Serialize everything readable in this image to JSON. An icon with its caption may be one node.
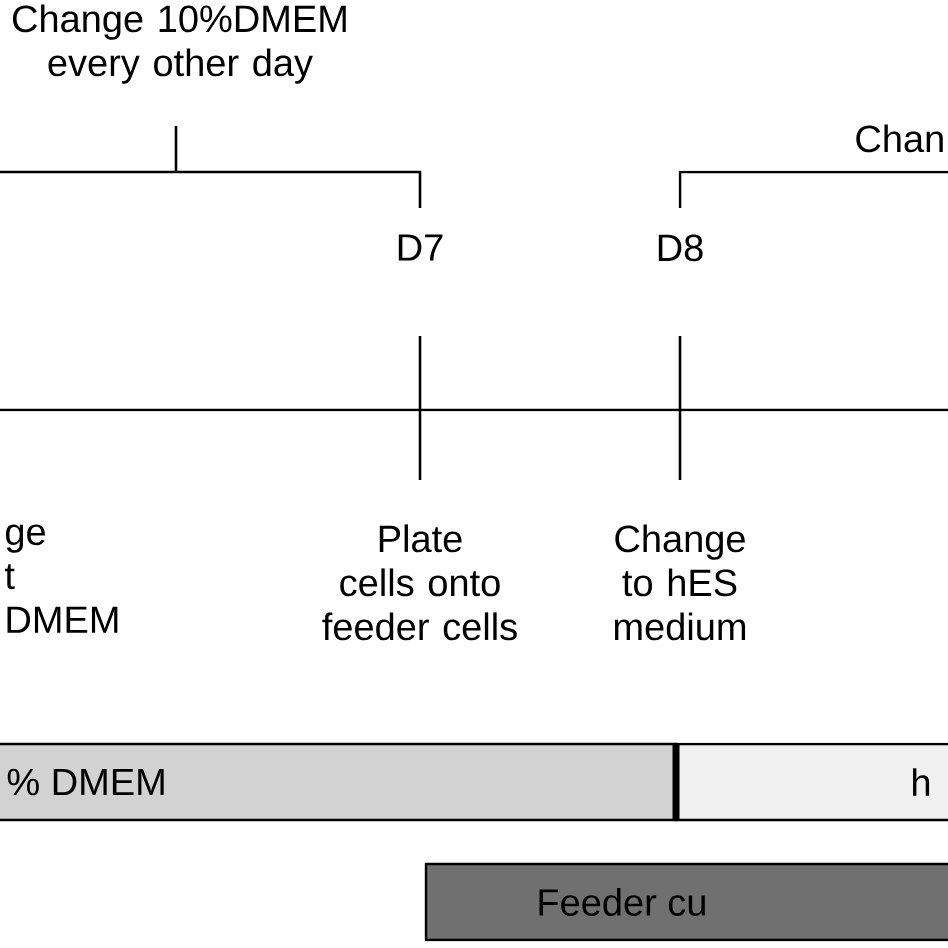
{
  "diagram": {
    "nodes": [
      {
        "text": [
          "% DMEM"
        ]
      },
      {
        "text": [
          "h"
        ]
      },
      {
        "text": [
          "Feeder cu"
        ]
      }
    ],
    "labels": [
      "Change 10%DMEM every other day",
      "Chan",
      "D7",
      "D8",
      "ge t DMEM",
      "Plate cells onto feeder cells",
      "Change to hES medium"
    ]
  }
}
